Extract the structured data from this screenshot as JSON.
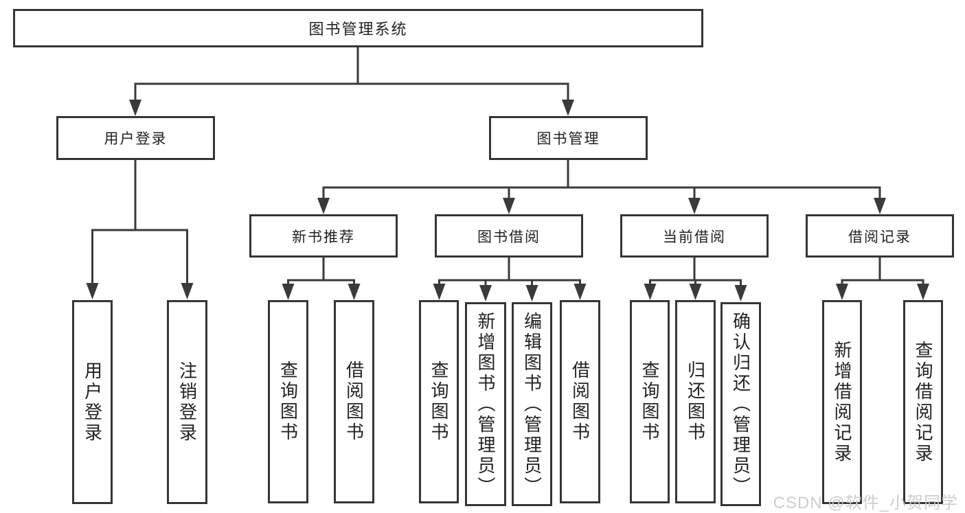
{
  "tree": {
    "root": {
      "label": "图书管理系统",
      "children": [
        {
          "label": "用户登录",
          "children": [
            {
              "label": "用户登录"
            },
            {
              "label": "注销登录"
            }
          ]
        },
        {
          "label": "图书管理",
          "children": [
            {
              "label": "新书推荐",
              "children": [
                {
                  "label": "查询图书"
                },
                {
                  "label": "借阅图书"
                }
              ]
            },
            {
              "label": "图书借阅",
              "children": [
                {
                  "label": "查询图书"
                },
                {
                  "label": "新增图书（管理员）"
                },
                {
                  "label": "编辑图书（管理员）"
                },
                {
                  "label": "借阅图书"
                }
              ]
            },
            {
              "label": "当前借阅",
              "children": [
                {
                  "label": "查询图书"
                },
                {
                  "label": "归还图书"
                },
                {
                  "label": "确认归还（管理员）"
                }
              ]
            },
            {
              "label": "借阅记录",
              "children": [
                {
                  "label": "新增借阅记录"
                },
                {
                  "label": "查询借阅记录"
                }
              ]
            }
          ]
        }
      ]
    }
  },
  "watermark": {
    "text": "CSDN @软件_小贺同学"
  },
  "colors": {
    "line": "#3a3a3a",
    "border": "#353535",
    "text": "#222222",
    "bg": "#ffffff",
    "watermark": "#c9c9c9"
  }
}
